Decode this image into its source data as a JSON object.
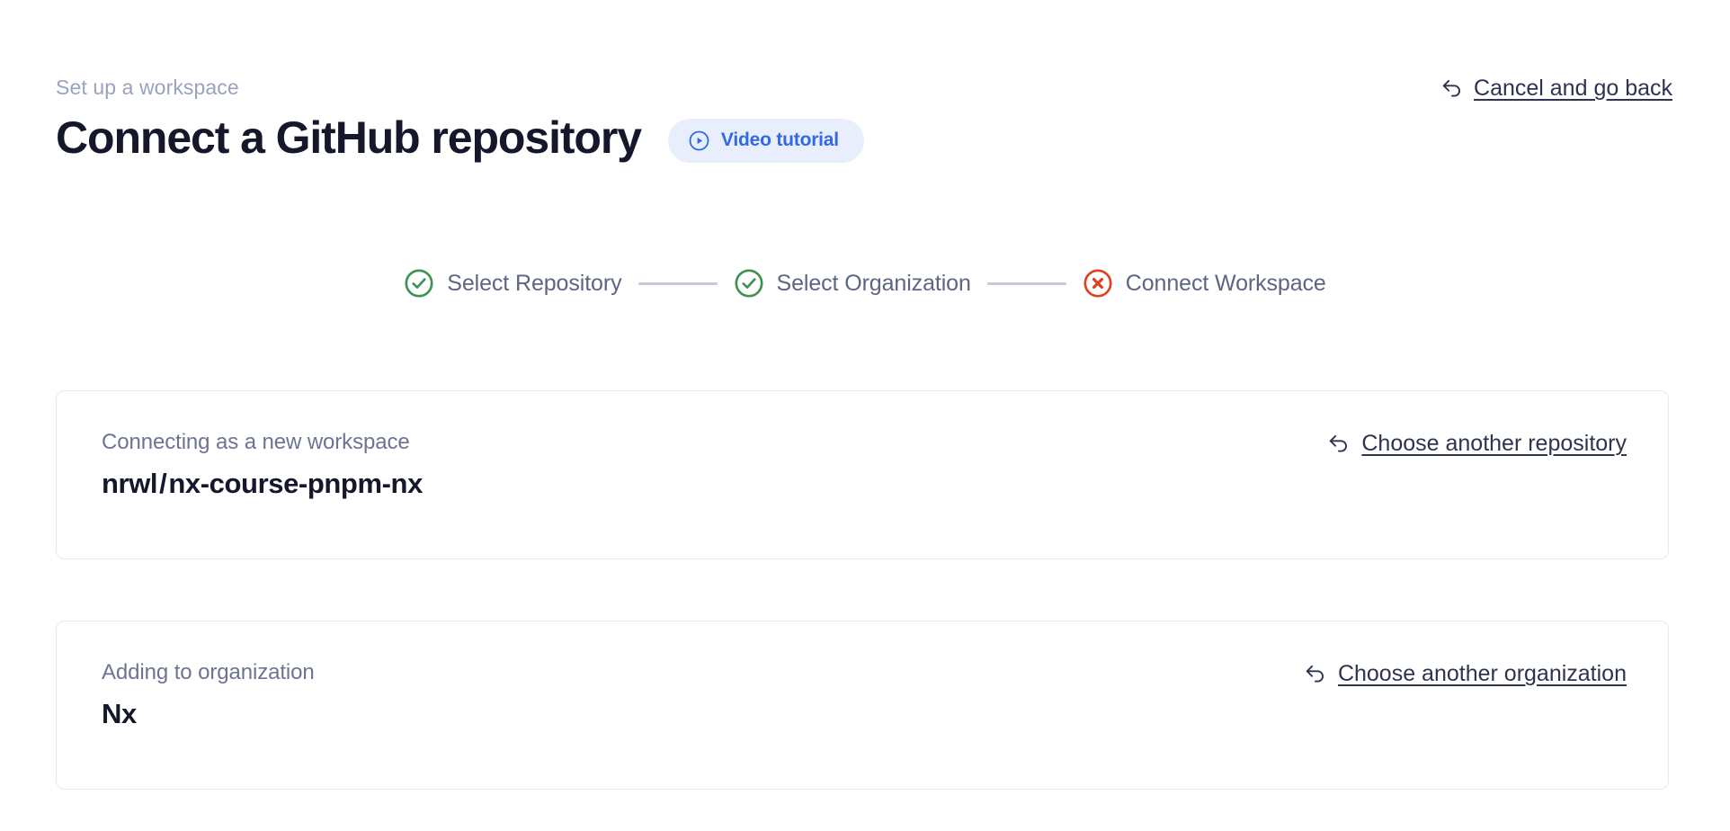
{
  "header": {
    "eyebrow": "Set up a workspace",
    "title": "Connect a GitHub repository",
    "video_badge": {
      "label": "Video tutorial",
      "icon": "play-circle-icon",
      "bg_color": "#e9eefc",
      "text_color": "#3268e6"
    },
    "cancel_link": {
      "label": "Cancel and go back",
      "icon": "arrow-uturn-left-icon"
    }
  },
  "stepper": {
    "steps": [
      {
        "label": "Select Repository",
        "state": "complete",
        "icon": "check-circle-icon",
        "color": "#3f9254"
      },
      {
        "label": "Select Organization",
        "state": "complete",
        "icon": "check-circle-icon",
        "color": "#3f9254"
      },
      {
        "label": "Connect Workspace",
        "state": "error",
        "icon": "x-circle-icon",
        "color": "#df4123"
      }
    ],
    "connector_color": "#c5cadd",
    "label_color": "#5d6582"
  },
  "cards": [
    {
      "label": "Connecting as a new workspace",
      "value": {
        "owner": "nrwl",
        "separator": "/",
        "name": "nx-course-pnpm-nx"
      },
      "action": {
        "label": "Choose another repository",
        "icon": "arrow-uturn-left-icon"
      }
    },
    {
      "label": "Adding to organization",
      "value": {
        "org": "Nx"
      },
      "action": {
        "label": "Choose another organization",
        "icon": "arrow-uturn-left-icon"
      }
    }
  ],
  "colors": {
    "page_bg": "#ffffff",
    "heading": "#15172b",
    "eyebrow": "#9aa3bd",
    "card_border": "#e7e8f0",
    "link": "#2e3350",
    "accent_blue": "#3268e6",
    "success_green": "#3f9254",
    "error_red": "#df4123"
  }
}
